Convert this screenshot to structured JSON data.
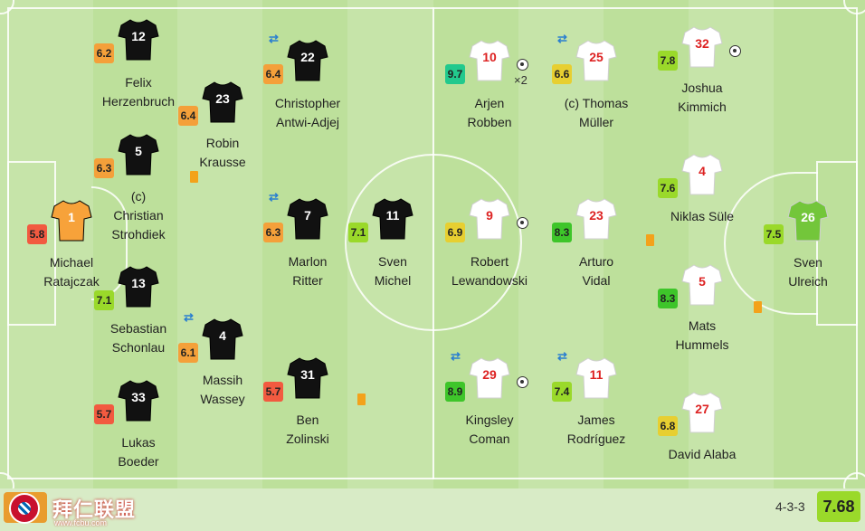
{
  "colors": {
    "home_shirt": "#111111",
    "away_shirt": "#ffffff",
    "home_gk_shirt": "#f7a23a",
    "away_gk_shirt": "#73c63a"
  },
  "home_players": [
    {
      "num": "1",
      "rating": "5.8",
      "rating_color": "#f25a40",
      "name1": "Michael",
      "name2": "Ratajczak",
      "gk": true
    },
    {
      "num": "12",
      "rating": "6.2",
      "rating_color": "#f4a03a",
      "name1": "Felix",
      "name2": "Herzenbruch"
    },
    {
      "num": "5",
      "rating": "6.3",
      "rating_color": "#f4a03a",
      "name0": "(c)",
      "name1": "Christian",
      "name2": "Strohdiek"
    },
    {
      "num": "13",
      "rating": "7.1",
      "rating_color": "#9ad92a",
      "name1": "Sebastian",
      "name2": "Schonlau"
    },
    {
      "num": "33",
      "rating": "5.7",
      "rating_color": "#f25a40",
      "name1": "Lukas",
      "name2": "Boeder"
    },
    {
      "num": "23",
      "rating": "6.4",
      "rating_color": "#f4a03a",
      "name1": "Robin",
      "name2": "Krausse"
    },
    {
      "num": "4",
      "rating": "6.1",
      "rating_color": "#f4a03a",
      "name1": "Massih",
      "name2": "Wassey"
    },
    {
      "num": "22",
      "rating": "6.4",
      "rating_color": "#f4a03a",
      "name1": "Christopher",
      "name2": "Antwi-Adjej"
    },
    {
      "num": "7",
      "rating": "6.3",
      "rating_color": "#f4a03a",
      "name1": "Marlon",
      "name2": "Ritter"
    },
    {
      "num": "31",
      "rating": "5.7",
      "rating_color": "#f25a40",
      "name1": "Ben",
      "name2": "Zolinski"
    },
    {
      "num": "11",
      "rating": "7.1",
      "rating_color": "#9ad92a",
      "name1": "Sven",
      "name2": "Michel"
    }
  ],
  "away_players": [
    {
      "num": "10",
      "rating": "9.7",
      "rating_color": "#22c98d",
      "name1": "Arjen",
      "name2": "Robben",
      "goals_label": "×2"
    },
    {
      "num": "9",
      "rating": "6.9",
      "rating_color": "#e7cf31",
      "name1": "Robert",
      "name2": "Lewandowski"
    },
    {
      "num": "29",
      "rating": "8.9",
      "rating_color": "#3ec52a",
      "name1": "Kingsley",
      "name2": "Coman"
    },
    {
      "num": "25",
      "rating": "6.6",
      "rating_color": "#e7cf31",
      "name1": "(c) Thomas",
      "name2": "Müller"
    },
    {
      "num": "23",
      "rating": "8.3",
      "rating_color": "#3ec52a",
      "name1": "Arturo",
      "name2": "Vidal"
    },
    {
      "num": "11",
      "rating": "7.4",
      "rating_color": "#9ad92a",
      "name1": "James",
      "name2": "Rodríguez"
    },
    {
      "num": "32",
      "rating": "7.8",
      "rating_color": "#9ad92a",
      "name1": "Joshua",
      "name2": "Kimmich"
    },
    {
      "num": "4",
      "rating": "7.6",
      "rating_color": "#9ad92a",
      "name1": "Niklas Süle",
      "name2": ""
    },
    {
      "num": "5",
      "rating": "8.3",
      "rating_color": "#3ec52a",
      "name1": "Mats",
      "name2": "Hummels"
    },
    {
      "num": "27",
      "rating": "6.8",
      "rating_color": "#e7cf31",
      "name1": "David Alaba",
      "name2": ""
    },
    {
      "num": "26",
      "rating": "7.5",
      "rating_color": "#9ad92a",
      "name1": "Sven",
      "name2": "Ulreich",
      "gk": true
    }
  ],
  "footer": {
    "home_formation": "4-",
    "away_formation": "4-3-3",
    "away_team_rating": "7.68",
    "watermark_text": "拜仁联盟",
    "watermark_url": "www.fcbu.com"
  }
}
